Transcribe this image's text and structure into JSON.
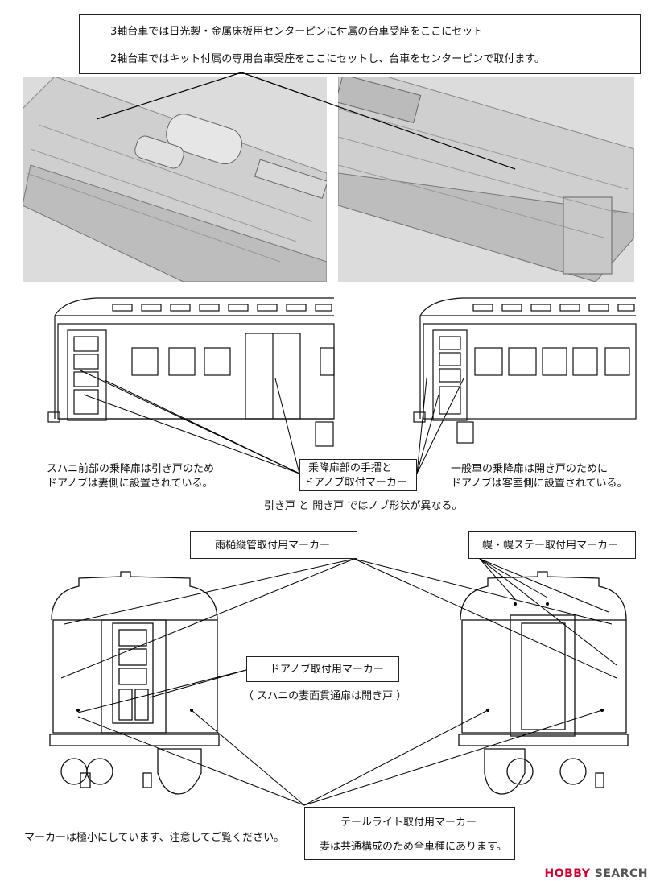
{
  "top_note": {
    "line1": "3軸台車では日光製・金属床板用センターピンに付属の台車受座をここにセット",
    "line2": "2軸台車ではキット付属の専用台車受座をここにセットし、台車をセンターピンで取付ます。"
  },
  "middle": {
    "left_caption_1": "スハニ前部の乗降扉は引き戸のため",
    "left_caption_2": "ドアノブは妻側に設置されている。",
    "center_box_1": "乗降扉部の手摺と",
    "center_box_2": "ドアノブ取付マーカー",
    "right_caption_1": "一般車の乗降扉は開き戸のために",
    "right_caption_2": "ドアノブは客室側に設置されている。",
    "bottom_caption": "引き戸 と 開き戸 ではノブ形状が異なる。"
  },
  "bottom": {
    "gutter_box": "雨樋縦管取付用マーカー",
    "hood_box": "幌・幌ステー取付用マーカー",
    "doorknob_box": "ドアノブ取付用マーカー",
    "doorknob_note": "（ スハニの妻面貫通扉は開き戸 ）",
    "taillight_box_1": "テールライト取付用マーカー",
    "taillight_box_2": "妻は共通構成のため全車種にあります。",
    "marker_note": "マーカーは極小にしています、注意してご覧ください。"
  },
  "watermark": {
    "brand": "HOBBY",
    "rest": "SEARCH"
  }
}
